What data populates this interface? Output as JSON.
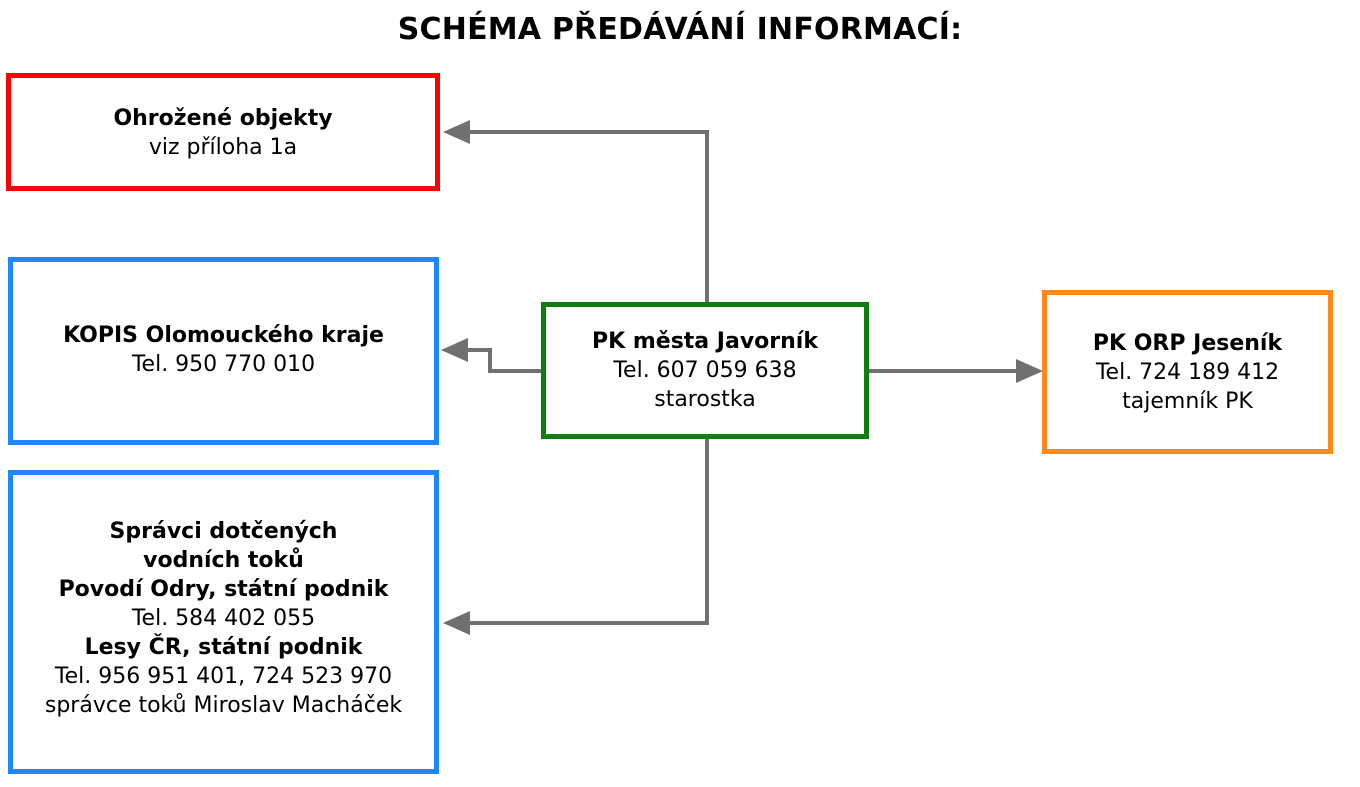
{
  "title": "SCHÉMA PŘEDÁVÁNÍ INFORMACÍ:",
  "colors": {
    "red": "#ff0000",
    "blue": "#1e86ff",
    "green": "#0f7d0f",
    "orange": "#ff8c1a",
    "connector": "#707070"
  },
  "boxes": {
    "ohrozene": {
      "line1": "Ohrožené objekty",
      "line2": "viz příloha 1a"
    },
    "kopis": {
      "line1": "KOPIS Olomouckého kraje",
      "line2": "Tel. 950 770 010"
    },
    "spravci": {
      "line1": "Správci dotčených",
      "line2": "vodních toků",
      "line3": "Povodí Odry, státní podnik",
      "line4": "Tel. 584 402 055",
      "line5": "Lesy ČR, státní podnik",
      "line6": "Tel. 956 951 401, 724 523 970",
      "line7": "správce toků Miroslav Macháček"
    },
    "pk": {
      "line1": "PK města Javorník",
      "line2": "Tel. 607 059 638",
      "line3": "starostka"
    },
    "orp": {
      "line1": "PK ORP Jeseník",
      "line2": "Tel. 724 189 412",
      "line3": "tajemník PK"
    }
  }
}
